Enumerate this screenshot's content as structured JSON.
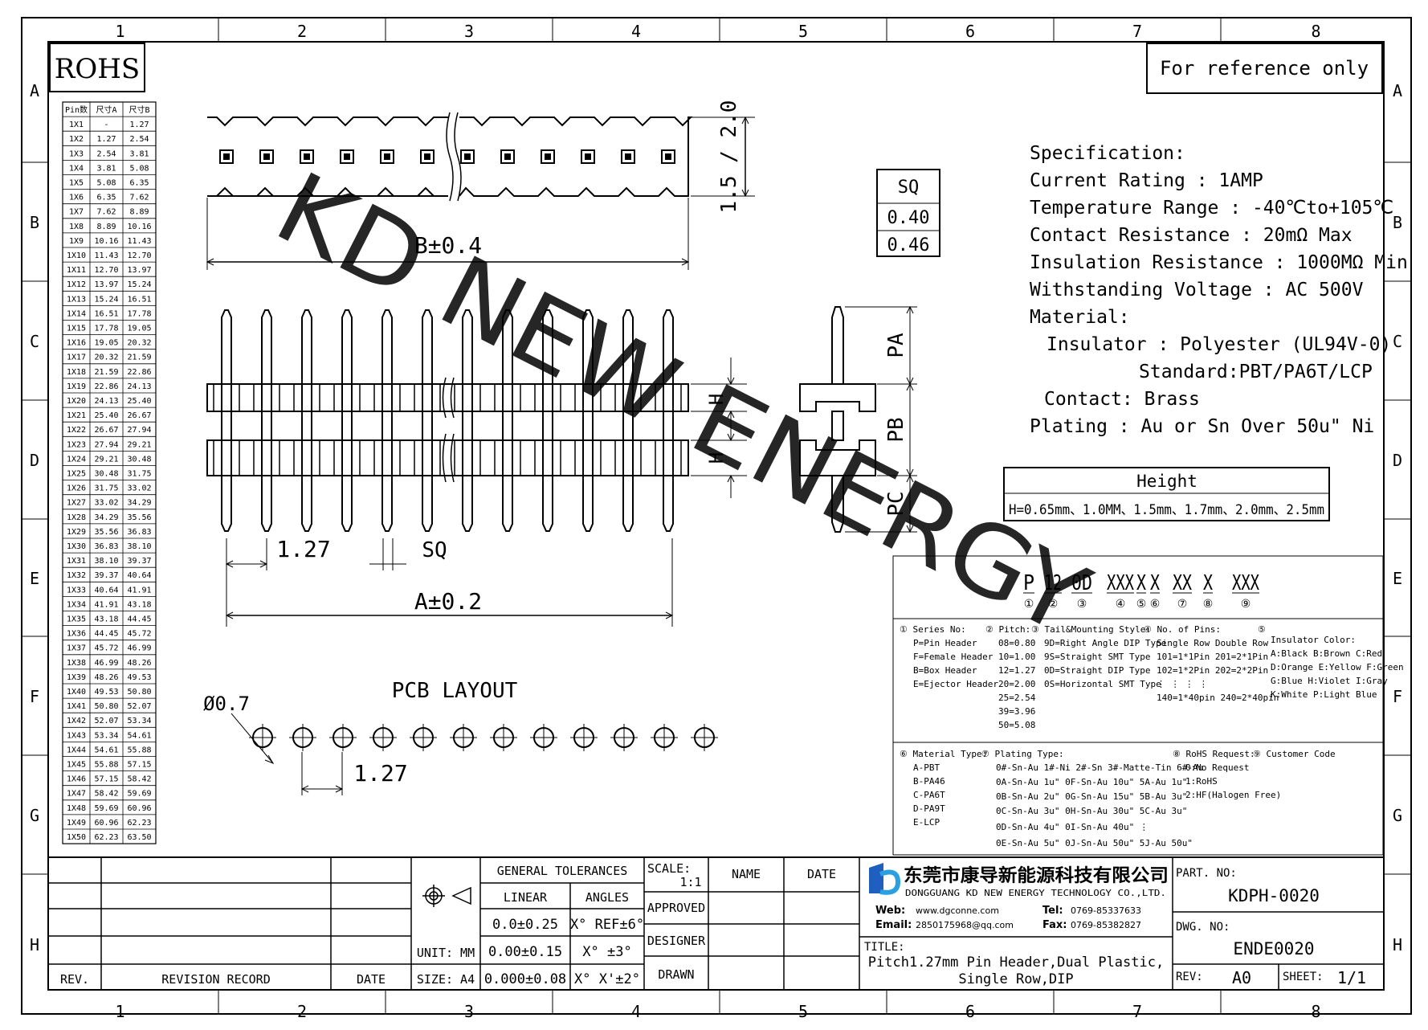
{
  "frame": {
    "columns": [
      "1",
      "2",
      "3",
      "4",
      "5",
      "6",
      "7",
      "8"
    ],
    "rows": [
      "A",
      "B",
      "C",
      "D",
      "E",
      "F",
      "G",
      "H"
    ]
  },
  "rohs": "ROHS",
  "reference": "For reference only",
  "pin_table": {
    "headers": [
      "Pin数",
      "尺寸A",
      "尺寸B"
    ],
    "rows": [
      [
        "1X1",
        "-",
        "1.27"
      ],
      [
        "1X2",
        "1.27",
        "2.54"
      ],
      [
        "1X3",
        "2.54",
        "3.81"
      ],
      [
        "1X4",
        "3.81",
        "5.08"
      ],
      [
        "1X5",
        "5.08",
        "6.35"
      ],
      [
        "1X6",
        "6.35",
        "7.62"
      ],
      [
        "1X7",
        "7.62",
        "8.89"
      ],
      [
        "1X8",
        "8.89",
        "10.16"
      ],
      [
        "1X9",
        "10.16",
        "11.43"
      ],
      [
        "1X10",
        "11.43",
        "12.70"
      ],
      [
        "1X11",
        "12.70",
        "13.97"
      ],
      [
        "1X12",
        "13.97",
        "15.24"
      ],
      [
        "1X13",
        "15.24",
        "16.51"
      ],
      [
        "1X14",
        "16.51",
        "17.78"
      ],
      [
        "1X15",
        "17.78",
        "19.05"
      ],
      [
        "1X16",
        "19.05",
        "20.32"
      ],
      [
        "1X17",
        "20.32",
        "21.59"
      ],
      [
        "1X18",
        "21.59",
        "22.86"
      ],
      [
        "1X19",
        "22.86",
        "24.13"
      ],
      [
        "1X20",
        "24.13",
        "25.40"
      ],
      [
        "1X21",
        "25.40",
        "26.67"
      ],
      [
        "1X22",
        "26.67",
        "27.94"
      ],
      [
        "1X23",
        "27.94",
        "29.21"
      ],
      [
        "1X24",
        "29.21",
        "30.48"
      ],
      [
        "1X25",
        "30.48",
        "31.75"
      ],
      [
        "1X26",
        "31.75",
        "33.02"
      ],
      [
        "1X27",
        "33.02",
        "34.29"
      ],
      [
        "1X28",
        "34.29",
        "35.56"
      ],
      [
        "1X29",
        "35.56",
        "36.83"
      ],
      [
        "1X30",
        "36.83",
        "38.10"
      ],
      [
        "1X31",
        "38.10",
        "39.37"
      ],
      [
        "1X32",
        "39.37",
        "40.64"
      ],
      [
        "1X33",
        "40.64",
        "41.91"
      ],
      [
        "1X34",
        "41.91",
        "43.18"
      ],
      [
        "1X35",
        "43.18",
        "44.45"
      ],
      [
        "1X36",
        "44.45",
        "45.72"
      ],
      [
        "1X37",
        "45.72",
        "46.99"
      ],
      [
        "1X38",
        "46.99",
        "48.26"
      ],
      [
        "1X39",
        "48.26",
        "49.53"
      ],
      [
        "1X40",
        "49.53",
        "50.80"
      ],
      [
        "1X41",
        "50.80",
        "52.07"
      ],
      [
        "1X42",
        "52.07",
        "53.34"
      ],
      [
        "1X43",
        "53.34",
        "54.61"
      ],
      [
        "1X44",
        "54.61",
        "55.88"
      ],
      [
        "1X45",
        "55.88",
        "57.15"
      ],
      [
        "1X46",
        "57.15",
        "58.42"
      ],
      [
        "1X47",
        "58.42",
        "59.69"
      ],
      [
        "1X48",
        "59.69",
        "60.96"
      ],
      [
        "1X49",
        "60.96",
        "62.23"
      ],
      [
        "1X50",
        "62.23",
        "63.50"
      ]
    ]
  },
  "dims": {
    "b": "B±0.4",
    "top_height": "1.5 / 2.0",
    "pitch": "1.27",
    "sq": "SQ",
    "a": "A±0.2",
    "h": "H",
    "pa": "PA",
    "pb": "PB",
    "pc": "PC",
    "pcb_title": "PCB LAYOUT",
    "hole": "Ø0.7",
    "pcb_pitch": "1.27"
  },
  "sq_table": {
    "header": "SQ",
    "values": [
      "0.40",
      "0.46"
    ]
  },
  "spec": {
    "lines": [
      "Specification:",
      "Current Rating : 1AMP",
      "Temperature Range : -40℃to+105℃",
      "Contact Resistance : 20mΩ Max",
      "Insulation Resistance : 1000MΩ Min",
      "Withstanding Voltage : AC 500V",
      "Material:",
      "Insulator : Polyester (UL94V-0)",
      "Standard:PBT/PA6T/LCP",
      "Contact: Brass",
      "Plating : Au or Sn Over 50u\" Ni"
    ]
  },
  "height_box": {
    "title": "Height",
    "value": "H=0.65mm、1.0MM、1.5mm、1.7mm、2.0mm、2.5mm"
  },
  "part_code": {
    "segments": [
      "P",
      "12",
      "0D",
      "XXX",
      "X",
      "X",
      "XX",
      "X",
      "XXX"
    ],
    "numbers": [
      "①",
      "②",
      "③",
      "④",
      "⑤",
      "⑥",
      "⑦",
      "⑧",
      "⑨"
    ]
  },
  "legend": {
    "series_title": "① Series No:",
    "series": [
      "P=Pin Header",
      "F=Female Header",
      "B=Box Header",
      "E=Ejector Header"
    ],
    "pitch_title": "② Pitch:",
    "pitch": [
      "08=0.80",
      "10=1.00",
      "12=1.27",
      "20=2.00",
      "25=2.54",
      "39=3.96",
      "50=5.08"
    ],
    "tail_title": "③ Tail&Mounting Style:",
    "tail": [
      "9D=Right Angle DIP Type",
      "9S=Straight SMT Type",
      "0D=Straight DIP Type",
      "0S=Horizontal SMT Type"
    ],
    "pins_title": "④ No. of Pins:",
    "pins": [
      "Single Row   Double Row",
      "101=1*1Pin   201=2*1Pin",
      "102=1*2Pin   202=2*2Pin",
      "  ⋮    ⋮       ⋮    ⋮",
      "140=1*40pin  240=2*40pin"
    ],
    "color_title": "⑤",
    "colors": [
      "Insulator Color:",
      "A:Black  B:Brown  C:Red",
      "D:Orange E:Yellow F:Green",
      "G:Blue   H:Violet I:Gray",
      "K:White  P:Light Blue"
    ],
    "material_title": "⑥ Material Type:",
    "materials": [
      "A-PBT",
      "B-PA46",
      "C-PA6T",
      "D-PA9T",
      "E-LCP"
    ],
    "plating_title": "⑦ Plating Type:",
    "plating": [
      "0#-Sn-Au  1#-Ni  2#-Sn  3#-Matte-Tin  6#-Au",
      "0A-Sn-Au 1u\"  0F-Sn-Au 10u\"  5A-Au 1u\"",
      "0B-Sn-Au 2u\"  0G-Sn-Au 15u\"  5B-Au 3u\"",
      "0C-Sn-Au 3u\"  0H-Sn-Au 30u\"  5C-Au 3u\"",
      "0D-Sn-Au 4u\"  0I-Sn-Au 40u\"      ⋮",
      "0E-Sn-Au 5u\"  0J-Sn-Au 50u\"  5J-Au 50u\""
    ],
    "rohs_title": "⑧ RoHS Request:",
    "rohs": [
      "0:No Request",
      "1:RoHS",
      "2:HF(Halogen Free)"
    ],
    "customer_title": "⑨ Customer Code"
  },
  "watermark": "KD NEW ENERGY",
  "title_block": {
    "rev_label": "REV.",
    "revision_record": "REVISION RECORD",
    "date_label": "DATE",
    "unit": "UNIT: MM",
    "size": "SIZE: A4",
    "gen_tol": "GENERAL TOLERANCES",
    "linear": "LINEAR",
    "angles": "ANGLES",
    "tol_rows": [
      [
        "0.0±0.25",
        "X° REF±6°"
      ],
      [
        "0.00±0.15",
        "X° ±3°"
      ],
      [
        "0.000±0.08",
        "X° X'±2°"
      ]
    ],
    "scale_label": "SCALE:",
    "scale_value": "1:1",
    "name": "NAME",
    "date": "DATE",
    "approved": "APPROVED",
    "designer": "DESIGNER",
    "drawn": "DRAWN",
    "company_cn": "东莞市康导新能源科技有限公司",
    "company_en": "DONGGUANG KD NEW ENERGY TECHNOLOGY CO.,LTD.",
    "web_label": "Web:",
    "web": "www.dgconne.com",
    "email_label": "Email:",
    "email": "2850175968@qq.com",
    "tel_label": "Tel:",
    "tel": "0769-85337633",
    "fax_label": "Fax:",
    "fax": "0769-85382827",
    "title_label": "TITLE:",
    "title_line1": "Pitch1.27mm Pin Header,Dual Plastic,",
    "title_line2": "Single Row,DIP",
    "part_no_label": "PART. NO:",
    "part_no": "KDPH-0020",
    "dwg_no_label": "DWG. NO:",
    "dwg_no": "ENDE0020",
    "rev2_label": "REV:",
    "rev2": "A0",
    "sheet_label": "SHEET:",
    "sheet": "1/1"
  }
}
